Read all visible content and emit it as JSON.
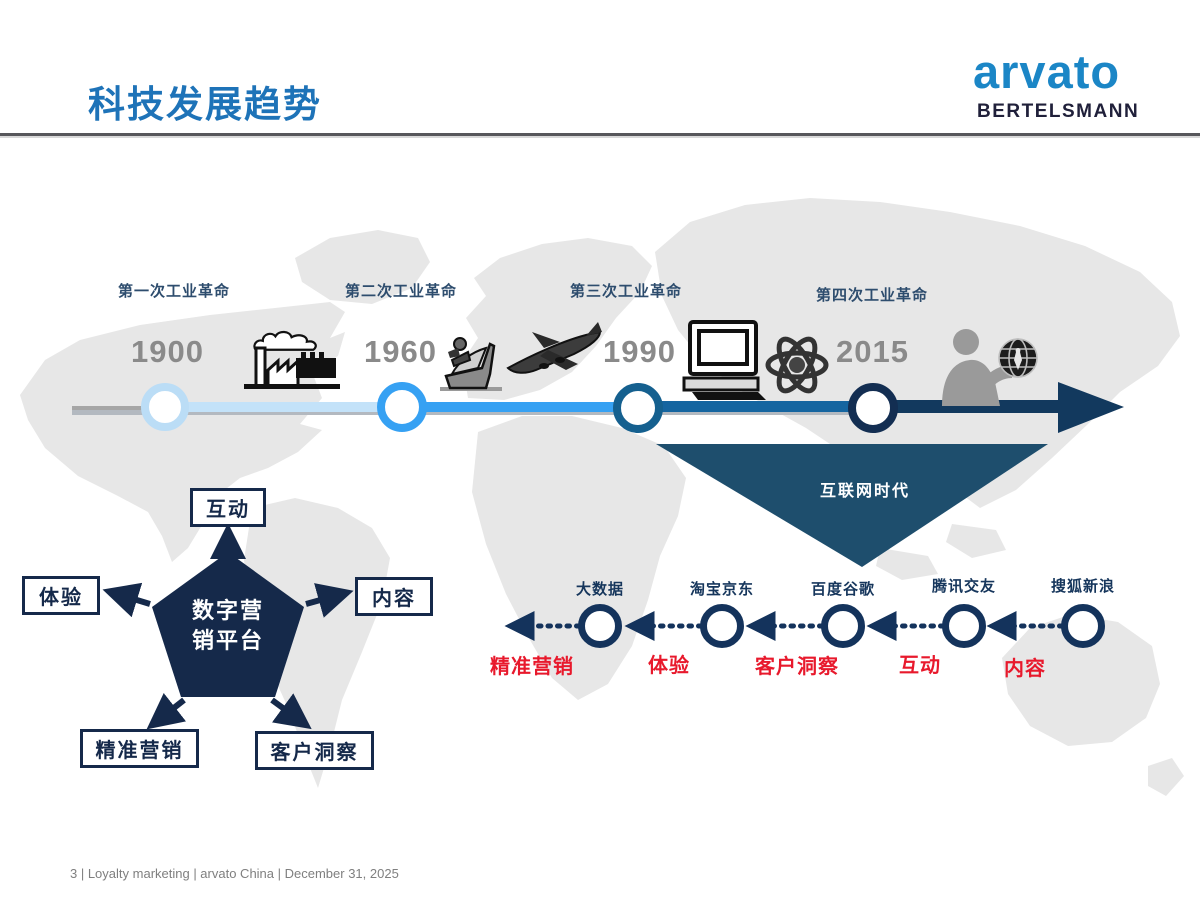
{
  "header": {
    "title": "科技发展趋势",
    "logo_brand": "arvato",
    "logo_parent": "BERTELSMANN"
  },
  "timeline": {
    "milestones": [
      {
        "label": "第一次工业革命",
        "year": "1900",
        "icon": "factory-icon"
      },
      {
        "label": "第二次工业革命",
        "year": "1960",
        "icon": "ship-airplane-icon"
      },
      {
        "label": "第三次工业革命",
        "year": "1990",
        "icon": "computer-atom-icon"
      },
      {
        "label": "第四次工业革命",
        "year": "2015",
        "icon": "person-globe-icon"
      }
    ]
  },
  "internet_era": {
    "label": "互联网时代"
  },
  "platform": {
    "title_line1": "数字营",
    "title_line2": "销平台",
    "nodes": {
      "top": "互动",
      "left": "体验",
      "right": "内容",
      "bottom_left": "精准营销",
      "bottom_right": "客户洞察"
    }
  },
  "era_timeline": {
    "stations": [
      "大数据",
      "淘宝京东",
      "百度谷歌",
      "腾讯交友",
      "搜狐新浪"
    ],
    "transitions": [
      "精准营销",
      "体验",
      "客户洞察",
      "互动",
      "内容"
    ]
  },
  "footer": {
    "text": "3 | Loyalty marketing | arvato China | December 31, 2025"
  },
  "colors": {
    "title_blue": "#1E73B8",
    "logo_blue": "#1B86C6",
    "bar_light": "#C3E2F9",
    "bar_bright": "#36A1F3",
    "bar_medium": "#1565A0",
    "bar_navy": "#12395E",
    "triangle": "#1E4E6D",
    "pentagon": "#15294A",
    "station_navy": "#14335C",
    "red": "#E8192C"
  }
}
